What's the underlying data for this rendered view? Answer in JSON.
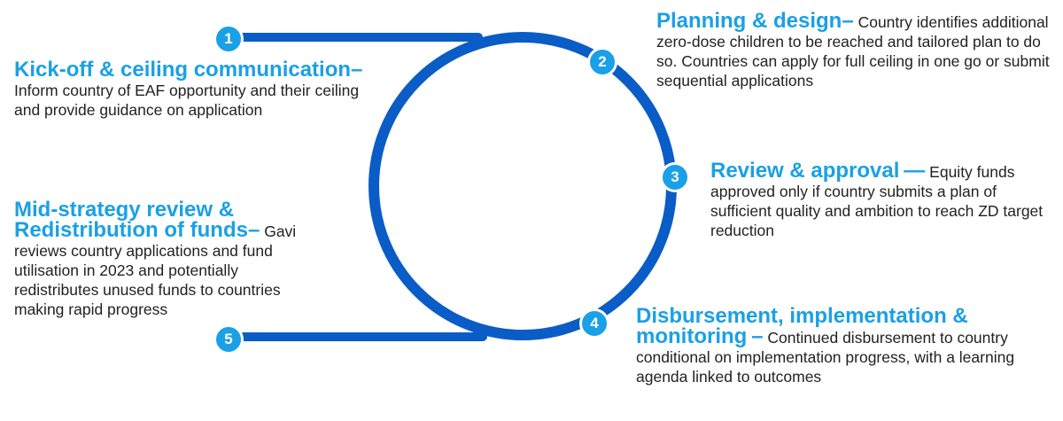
{
  "colors": {
    "loop": "#0a5cc7",
    "marker": "#1aa0e6",
    "title": "#1aa0e6",
    "text": "#222222"
  },
  "steps": [
    {
      "number": "1",
      "title": "Kick-off & ceiling communication",
      "dash": "–",
      "description": "Inform country of EAF opportunity and their ceiling and provide guidance on application"
    },
    {
      "number": "2",
      "title": "Planning & design",
      "dash": "–",
      "description": "Country identifies additional zero-dose children to be reached and tailored plan to do so. Countries can apply for full ceiling in one go or submit sequential applications"
    },
    {
      "number": "3",
      "title": "Review & approval",
      "dash": "—",
      "description": "Equity funds approved only if country submits a plan of sufficient quality and ambition to reach ZD target reduction"
    },
    {
      "number": "4",
      "title": "Disbursement, implementation & monitoring",
      "dash": "–",
      "description": "Continued disbursement to country conditional on implementation progress, with a learning agenda linked to outcomes"
    },
    {
      "number": "5",
      "title": "Mid-strategy review & Redistribution of funds",
      "dash": "–",
      "description": "Gavi reviews country applications and fund utilisation in 2023 and potentially redistributes unused funds to countries making rapid progress"
    }
  ]
}
